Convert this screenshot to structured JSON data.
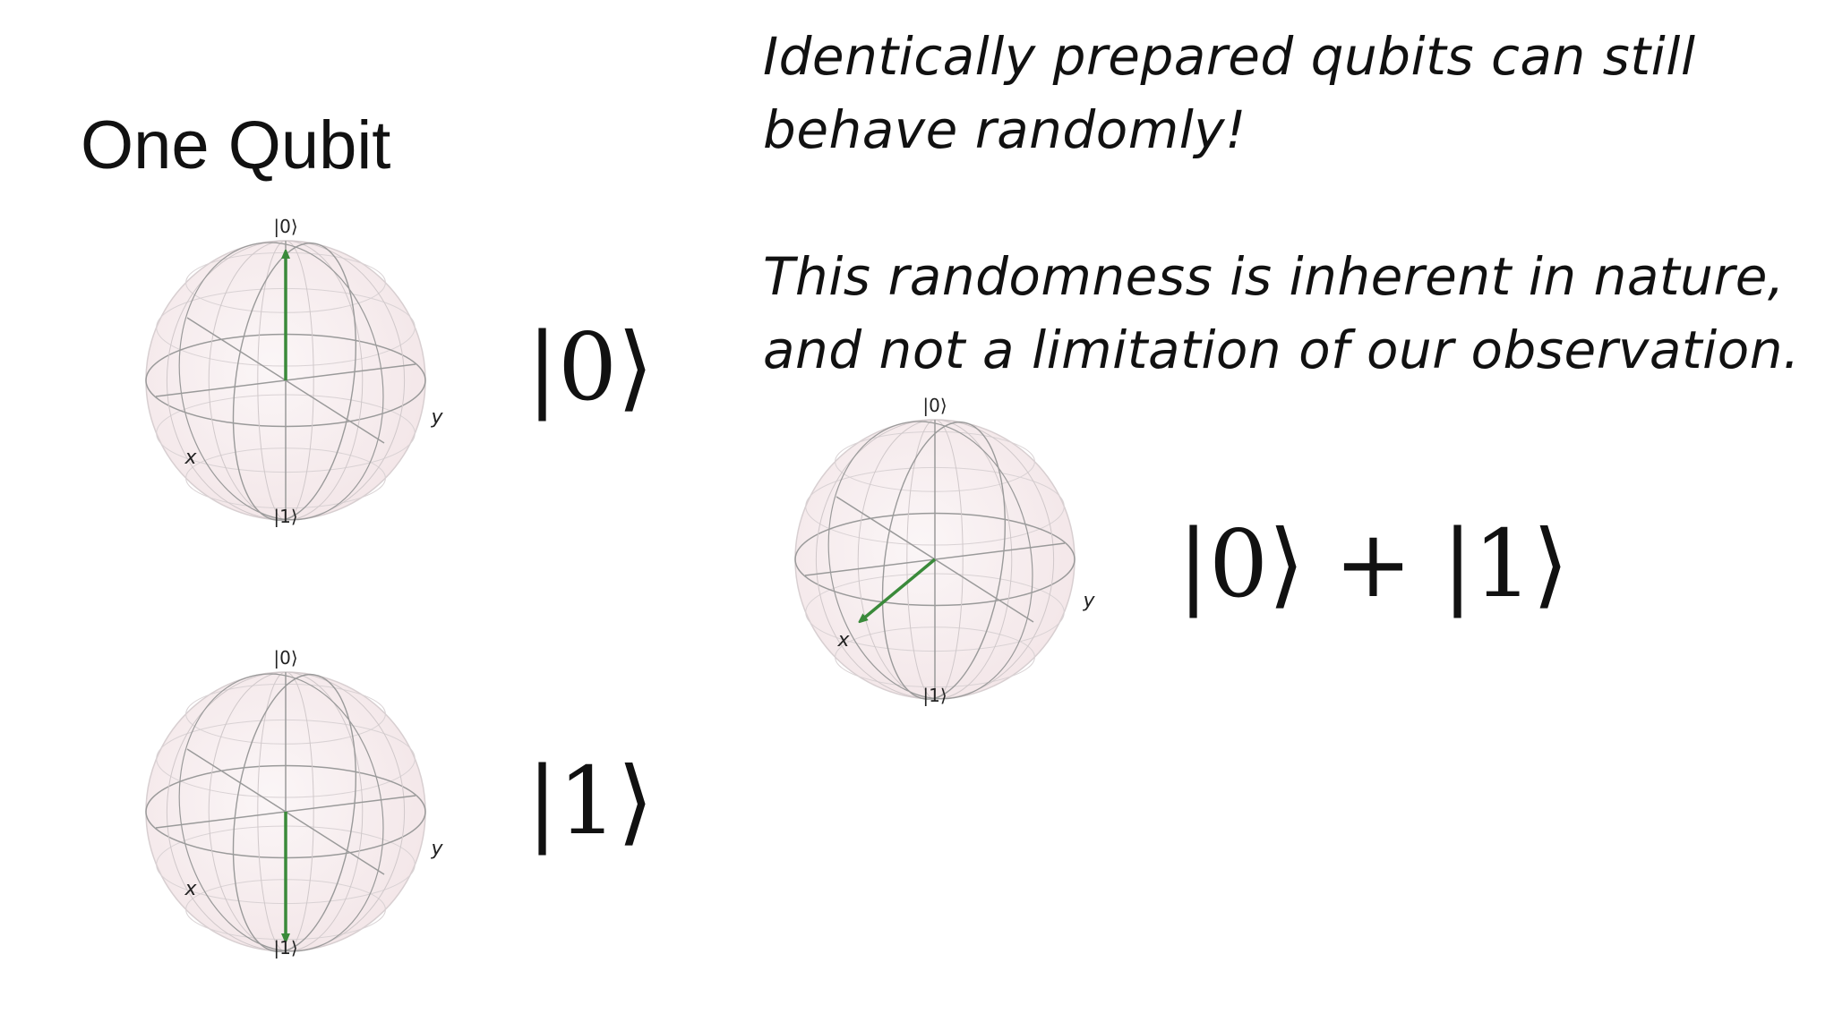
{
  "slide": {
    "title": "One Qubit",
    "quote_1": "Identically prepared qubits can still behave randomly!",
    "quote_2": "This randomness is inherent in nature, and not a limitation of our observation."
  },
  "spheres": [
    {
      "id": "zero",
      "ket_text": "|0⟩",
      "top_label": "|0⟩",
      "bottom_label": "|1⟩",
      "x_label": "x",
      "y_label": "y",
      "vector": "up"
    },
    {
      "id": "one",
      "ket_text": "|1⟩",
      "top_label": "|0⟩",
      "bottom_label": "|1⟩",
      "x_label": "x",
      "y_label": "y",
      "vector": "down"
    },
    {
      "id": "superposition",
      "ket_text": "|0⟩ + |1⟩",
      "top_label": "|0⟩",
      "bottom_label": "|1⟩",
      "x_label": "x",
      "y_label": "y",
      "vector": "x"
    }
  ],
  "colors": {
    "vector": "#3a8a3a",
    "sphere_fill": "#f3e6e8",
    "wire": "#9a9a9a"
  }
}
